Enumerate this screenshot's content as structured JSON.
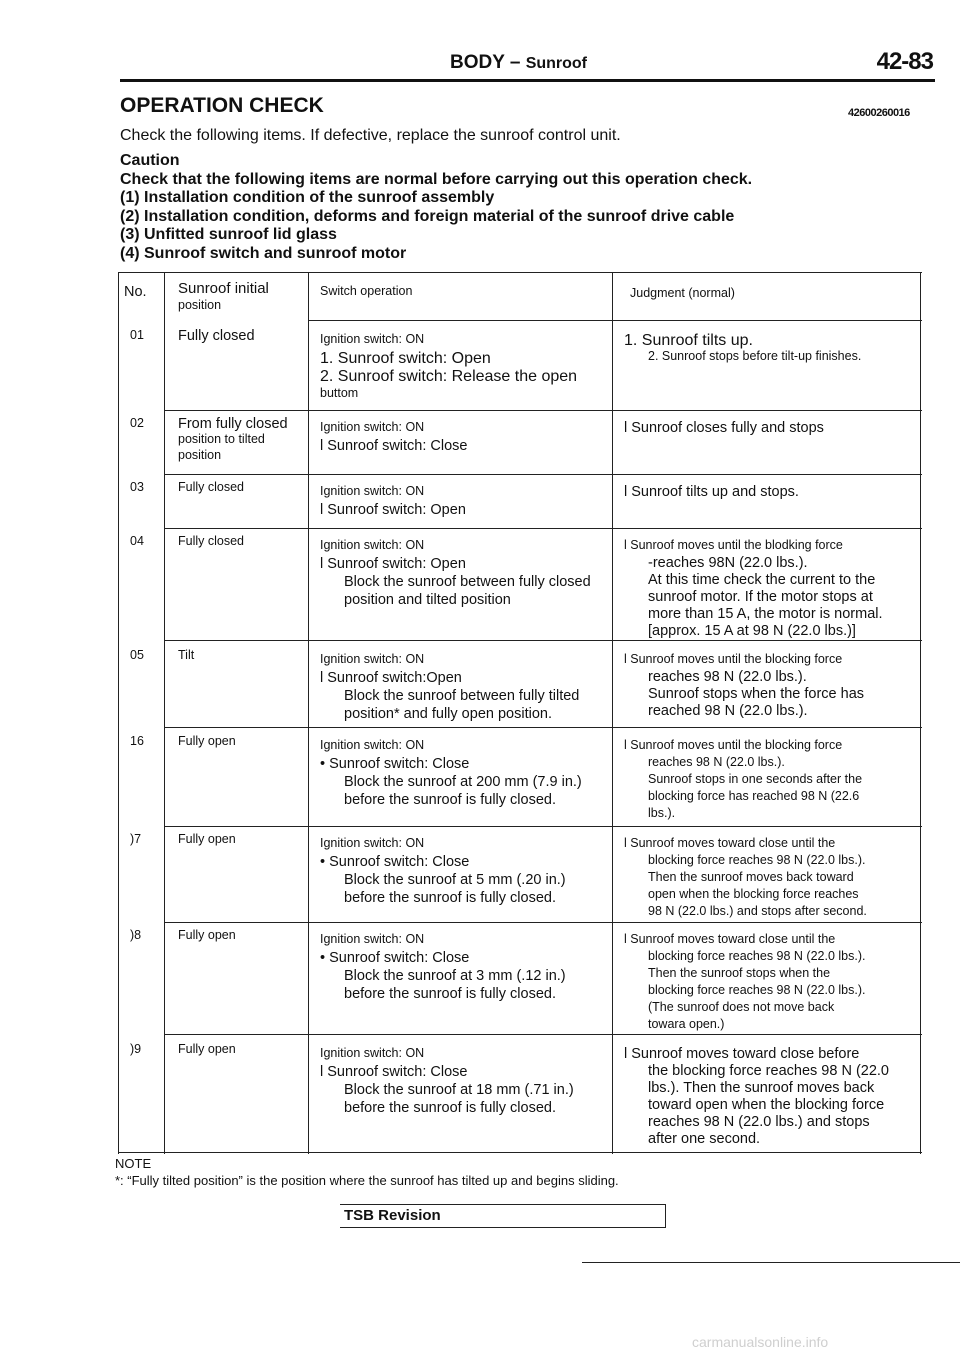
{
  "header": {
    "title": "BODY –",
    "subtitle": "Sunroof",
    "page_number": "42-83"
  },
  "section": {
    "title": "OPERATION CHECK",
    "code": "42600260016",
    "intro": "Check the following items. If defective, replace the sunroof control unit."
  },
  "caution": {
    "label": "Caution",
    "lines": [
      "Check that the following items are normal before carrying out this operation check.",
      "(1) Installation condition of the sunroof assembly",
      "(2) Installation condition, deforms and foreign material of the sunroof drive cable",
      "(3) Unfitted sunroof lid glass",
      "(4) Sunroof switch and sunroof motor"
    ]
  },
  "table": {
    "headers": {
      "no": "No.",
      "initial": "Sunroof initial",
      "initial2": "position",
      "operation": "Switch operation",
      "judgment": "Judgment (normal)"
    },
    "rows": [
      {
        "no": "01",
        "initial": [
          "Fully closed"
        ],
        "operation": [
          "Ignition switch: ON",
          "1. Sunroof switch: Open",
          "2. Sunroof switch: Release the open",
          "buttom"
        ],
        "judgment": [
          "1. Sunroof tilts up.",
          "2. Sunroof stops before tilt-up finishes."
        ]
      },
      {
        "no": "02",
        "initial": [
          "From fully closed",
          "position to tilted",
          "position"
        ],
        "operation": [
          "Ignition switch: ON",
          "l Sunroof switch: Close"
        ],
        "judgment": [
          "l Sunroof closes fully and stops"
        ]
      },
      {
        "no": "03",
        "initial": [
          "Fully closed"
        ],
        "operation": [
          "Ignition switch: ON",
          "l Sunroof switch: Open"
        ],
        "judgment": [
          "l Sunroof tilts up and stops."
        ]
      },
      {
        "no": "04",
        "initial": [
          "Fully closed"
        ],
        "operation": [
          "Ignition switch: ON",
          "l Sunroof switch: Open",
          "Block the sunroof between fully closed",
          "position and tilted position"
        ],
        "judgment": [
          "l Sunroof moves until the blodking force",
          "-reaches 98N (22.0 lbs.).",
          "At this time check the current to the",
          "sunroof motor. If the motor stops at",
          "more than 15 A, the motor is normal.",
          "[approx. 15 A at 98 N (22.0 lbs.)]"
        ]
      },
      {
        "no": "05",
        "initial": [
          "Tilt"
        ],
        "operation": [
          "Ignition switch: ON",
          "l Sunroof switch:Open",
          "Block the sunroof between fully tilted",
          "position* and fully open position."
        ],
        "judgment": [
          "l Sunroof moves until the blocking force",
          "reaches 98 N (22.0 lbs.).",
          "Sunroof stops when the force has",
          "reached 98 N (22.0 lbs.)."
        ]
      },
      {
        "no": "16",
        "initial": [
          "Fully open"
        ],
        "operation": [
          "Ignition switch: ON",
          "• Sunroof switch: Close",
          "Block the sunroof at 200 mm (7.9 in.)",
          "before the sunroof is fully closed."
        ],
        "judgment": [
          "l Sunroof moves until the blocking force",
          "reaches 98 N (22.0 lbs.).",
          "Sunroof stops in one seconds after the",
          "blocking force has reached 98 N (22.6",
          "lbs.)."
        ]
      },
      {
        "no": ")7",
        "initial": [
          "Fully open"
        ],
        "operation": [
          "Ignition switch: ON",
          "• Sunroof switch: Close",
          "Block the sunroof at 5 mm (.20 in.)",
          "before the sunroof is fully closed."
        ],
        "judgment": [
          "l Sunroof moves toward close until the",
          "blocking force reaches 98 N (22.0 lbs.).",
          "Then the sunroof moves back toward",
          "open when the blocking force reaches",
          "98 N (22.0 lbs.) and stops after second."
        ]
      },
      {
        "no": ")8",
        "initial": [
          "Fully open"
        ],
        "operation": [
          "Ignition switch: ON",
          "• Sunroof switch: Close",
          "Block the sunroof at 3 mm (.12 in.)",
          "before the sunroof is fully closed."
        ],
        "judgment": [
          "l Sunroof moves toward close until the",
          "blocking force reaches 98 N (22.0 lbs.).",
          "Then the sunroof stops when the",
          "blocking force reaches 98 N (22.0 lbs.).",
          "(The sunroof does not move back",
          "towara open.)"
        ]
      },
      {
        "no": ")9",
        "initial": [
          "Fully open"
        ],
        "operation": [
          "Ignition switch: ON",
          "l Sunroof switch: Close",
          "Block the sunroof at 18 mm (.71 in.)",
          "before the sunroof is fully closed."
        ],
        "judgment": [
          "l Sunroof moves toward close before",
          "the blocking force reaches 98 N (22.0",
          "lbs.). Then the sunroof moves back",
          "toward open when the blocking force",
          "reaches 98 N (22.0 lbs.) and stops",
          "after one second."
        ]
      }
    ]
  },
  "note": {
    "label": "NOTE",
    "text": "*: “Fully tilted position” is the position where the sunroof has tilted up and begins sliding."
  },
  "footer": {
    "tsb": "TSB Revision",
    "watermark": "carmanualsonline.info"
  }
}
